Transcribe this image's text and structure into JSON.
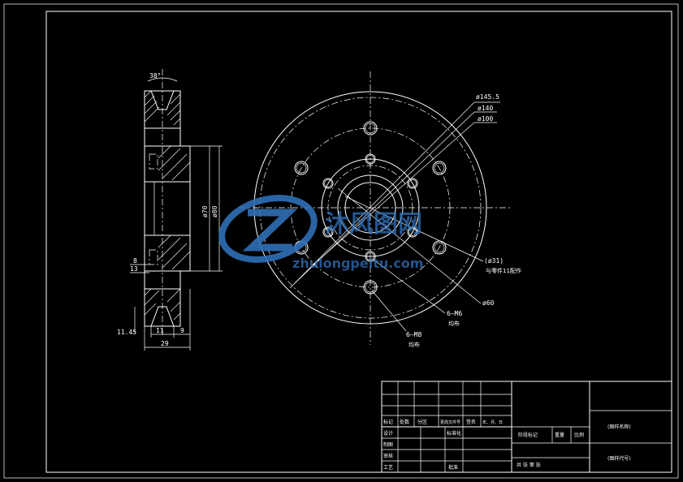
{
  "watermark": {
    "cn": "沐风图网",
    "url": "zhulongpeitu.com"
  },
  "side_view": {
    "angle": "38°",
    "dim_phi70": "ø70",
    "dim_phi80": "ø80",
    "dim_8": "8",
    "dim_13": "13",
    "dim_11_45": "11.45",
    "dim_11": "11",
    "dim_9": "9",
    "dim_29": "29"
  },
  "front_view": {
    "phi145_5": "ø145.5",
    "phi140": "ø140",
    "phi100": "ø100",
    "phi31": "(ø31)",
    "mate_note": "与零件11配作",
    "phi60": "ø60",
    "m6": "6–M6",
    "m6_note": "均布",
    "m8": "6–M8",
    "m8_note": "均布"
  },
  "title_block": {
    "labels": {
      "mark": "标记",
      "count": "处数",
      "zone": "分区",
      "change_doc": "更改文件号",
      "sign": "签名",
      "date": "年、月、日",
      "design": "设计",
      "standard": "标准化",
      "draw": "制图",
      "review": "审核",
      "process": "工艺",
      "approve": "批准",
      "stage": "阶段标记",
      "weight": "重量",
      "scale": "比例",
      "sheets": "共  张   第  张",
      "drawing_name": "(图样名称)",
      "drawing_code": "(图样代号)"
    }
  }
}
